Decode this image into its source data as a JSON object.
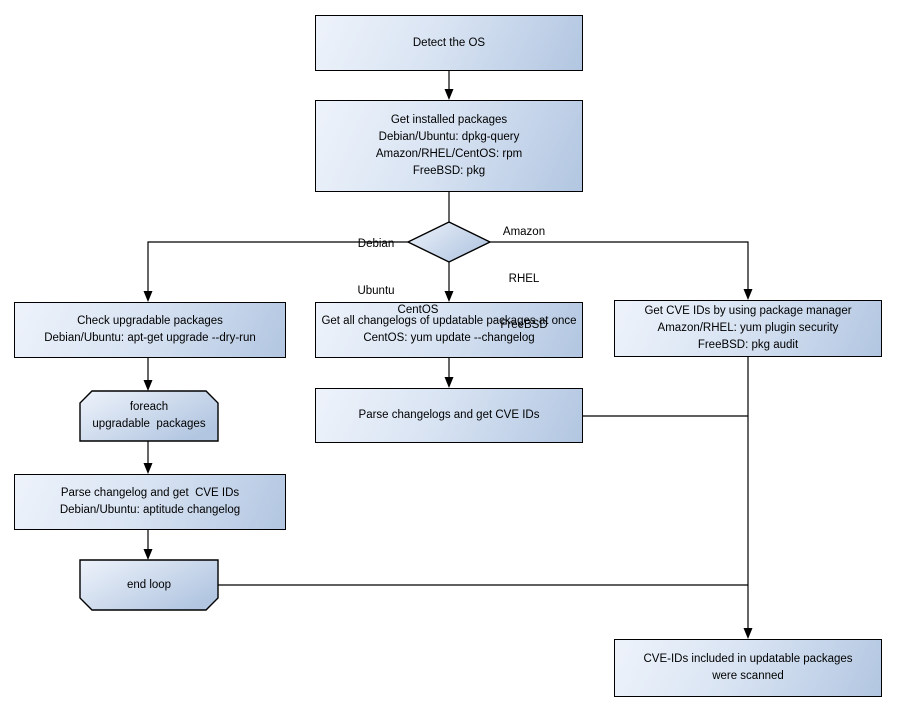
{
  "colors": {
    "background": "#ffffff",
    "node_fill_light": "#eef3fb",
    "node_fill_mid": "#d9e4f3",
    "node_fill_dark": "#b2c6e1",
    "border": "#000000",
    "text": "#000000"
  },
  "nodes": {
    "detect_os": {
      "lines": [
        "Detect the OS"
      ]
    },
    "get_installed_packages": {
      "lines": [
        "Get installed packages",
        "Debian/Ubuntu: dpkg-query",
        "Amazon/RHEL/CentOS: rpm",
        "FreeBSD: pkg"
      ]
    },
    "check_upgradable": {
      "lines": [
        "Check upgradable packages",
        "Debian/Ubuntu: apt-get upgrade --dry-run"
      ]
    },
    "foreach_loop": {
      "lines": [
        "foreach",
        "upgradable  packages"
      ]
    },
    "parse_changelog_left": {
      "lines": [
        "Parse changelog and get  CVE IDs",
        "Debian/Ubuntu: aptitude changelog"
      ]
    },
    "end_loop": {
      "lines": [
        "end loop"
      ]
    },
    "get_all_changelogs": {
      "lines": [
        "Get all changelogs of updatable packages at once",
        "CentOS: yum update --changelog"
      ]
    },
    "parse_changelogs_mid": {
      "lines": [
        "Parse changelogs and get CVE IDs"
      ]
    },
    "get_cve_ids_pkg_mgr": {
      "lines": [
        "Get CVE IDs by using package manager",
        "Amazon/RHEL: yum plugin security",
        "FreeBSD: pkg audit"
      ]
    },
    "scanned_result": {
      "lines": [
        "CVE-IDs included in updatable packages",
        "were scanned"
      ]
    }
  },
  "edge_labels": {
    "debian_ubuntu": {
      "lines": [
        "Debian",
        "Ubuntu"
      ]
    },
    "amazon_rhel_freebsd": {
      "lines": [
        "Amazon",
        "RHEL",
        "FreeBSD"
      ]
    },
    "centos": {
      "lines": [
        "CentOS"
      ]
    }
  }
}
